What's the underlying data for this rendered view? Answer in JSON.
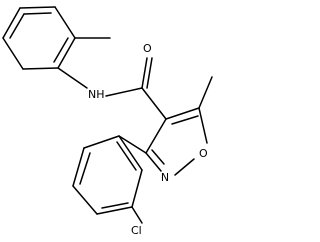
{
  "atoms": {
    "carbonyl_oxygen": "O",
    "amide_nitrogen": "NH",
    "ring_oxygen": "O",
    "ring_nitrogen": "N",
    "chlorine": "Cl"
  },
  "colors": {
    "bonds": "#000000",
    "background": "#ffffff"
  }
}
